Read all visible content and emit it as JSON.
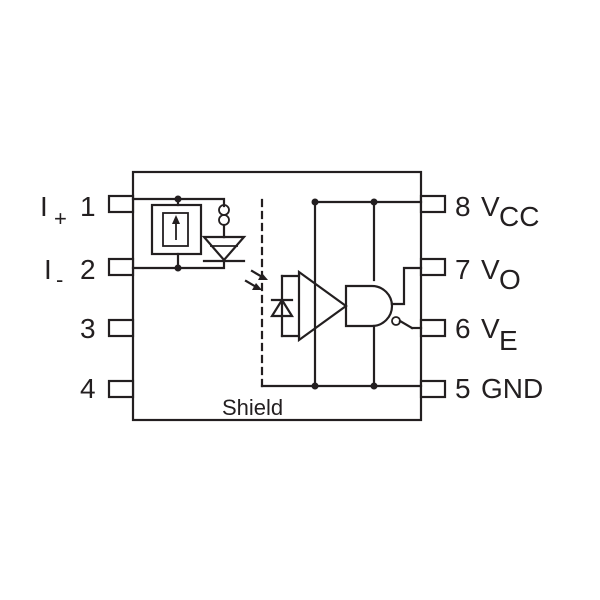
{
  "pins": {
    "p1": {
      "main": "I",
      "sub": "+",
      "num": "1"
    },
    "p2": {
      "main": "I",
      "sub": "-",
      "num": "2"
    },
    "p3": {
      "num": "3"
    },
    "p4": {
      "num": "4"
    },
    "p8": {
      "num": "8",
      "main": "V",
      "sub": "CC"
    },
    "p7": {
      "num": "7",
      "main": "V",
      "sub": "O"
    },
    "p6": {
      "num": "6",
      "main": "V",
      "sub": "E"
    },
    "p5": {
      "num": "5",
      "main": "GND"
    }
  },
  "shield_label": "Shield",
  "colors": {
    "line": "#231f20",
    "background": "#ffffff"
  }
}
